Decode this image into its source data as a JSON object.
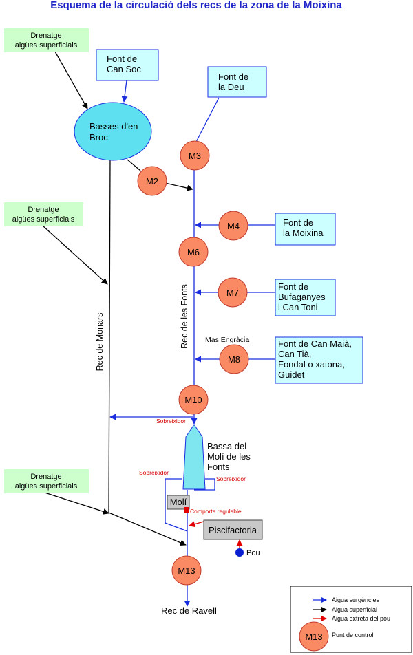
{
  "title": "Esquema de la circulació dels recs de la zona de la Moixina",
  "drainage_boxes": [
    {
      "line1": "Drenatge",
      "line2": "aigües superficials"
    },
    {
      "line1": "Drenatge",
      "line2": "aigües superficials"
    },
    {
      "line1": "Drenatge",
      "line2": "aigües superficials"
    }
  ],
  "sources": {
    "can_soc": [
      "Font de",
      "Can Soc"
    ],
    "deu": [
      "Font de",
      "la Deu"
    ],
    "moixina": [
      "Font de",
      "la Moixina"
    ],
    "bufaganyes": [
      "Font de",
      "Bufaganyes",
      "i Can Toni"
    ],
    "can_maia": [
      "Font de Can Maià,",
      "Can Tià,",
      "Fondal o xatona,",
      "Guidet"
    ]
  },
  "basses": [
    "Basses d'en",
    "Broc"
  ],
  "control_points": [
    "M3",
    "M2",
    "M4",
    "M6",
    "M7",
    "M8",
    "M10",
    "M13"
  ],
  "labels": {
    "rec_fonts": "Rec de les Fonts",
    "rec_monars": "Rec de Monars",
    "mas_engracia": "Mas Engràcia",
    "sobreixidor": "Sobreixidor",
    "bassa": [
      "Bassa del",
      "Molí de les",
      "Fonts"
    ],
    "moli": "Molí",
    "comporta": "Comporta regulable",
    "piscifactoria": "Piscifactoria",
    "pou": "Pou",
    "rec_ravell": "Rec de Ravell"
  },
  "legend": {
    "surgencies": "Aigua surgències",
    "superficial": "Aigua superficial",
    "pou": "Aigua extreta del pou",
    "control_label": "M13",
    "control_text": "Punt de control"
  },
  "colors": {
    "blue_flow": "#1a2ee0",
    "black_flow": "#000000",
    "red_flow": "#e00000",
    "source_fill": "#ccffff",
    "drain_fill": "#ccffcc",
    "control_fill": "#f98a63",
    "basses_fill": "#5ee0f0",
    "gray_fill": "#c8c8c8"
  }
}
